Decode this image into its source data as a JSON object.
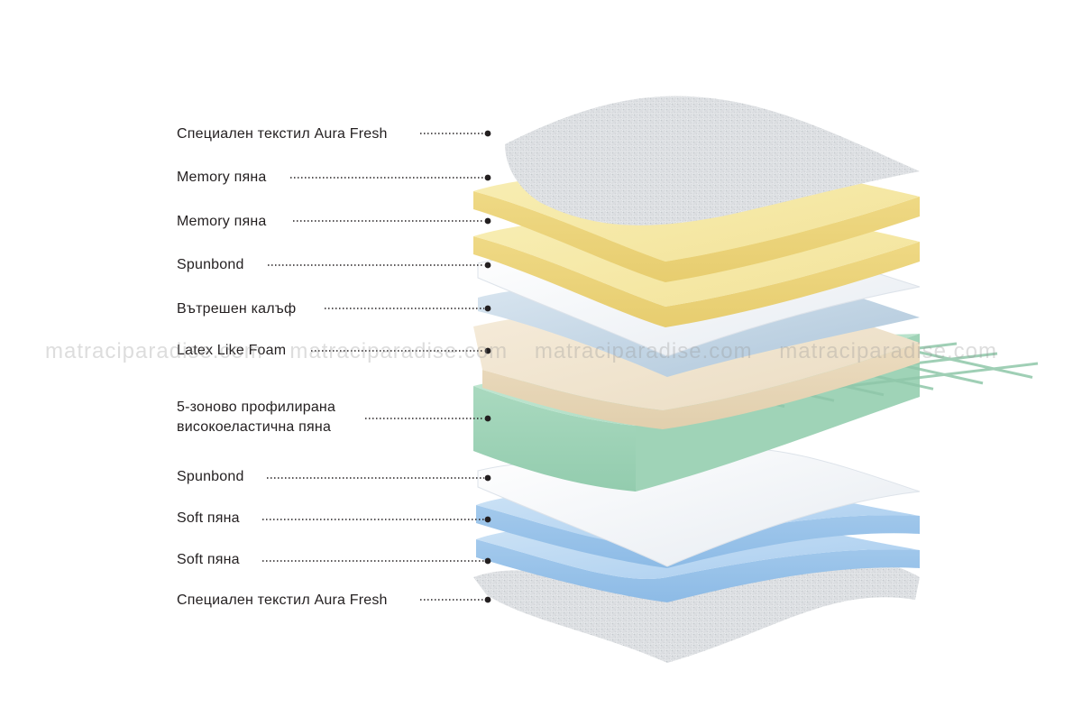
{
  "layers": [
    {
      "label": "Специален текстил Aura Fresh"
    },
    {
      "label": "Memory пяна"
    },
    {
      "label": "Memory пяна"
    },
    {
      "label": "Spunbond"
    },
    {
      "label": "Вътрешен калъф"
    },
    {
      "label": "Latex Like Foam"
    },
    {
      "label_line1": "5-зоново профилирана",
      "label_line2": "високоеластична пяна"
    },
    {
      "label": "Spunbond"
    },
    {
      "label": "Soft пяна"
    },
    {
      "label": "Soft пяна"
    },
    {
      "label": "Специален текстил Aura Fresh"
    }
  ],
  "watermark": [
    "matraciparadise.com",
    "matraciparadise.com",
    "matraciparadise.com",
    "matraciparadise.com"
  ],
  "colors": {
    "text": "#231f20",
    "leader": "#231f20",
    "textile": "#e4e6e8",
    "memory_foam": "#f7eaa6",
    "spunbond": "#f4f6f9",
    "inner_cover": "#c8d8e6",
    "latex_like": "#f1e4cd",
    "zoned_foam": "#b9e2cc",
    "soft_foam": "#b8d8f2"
  }
}
